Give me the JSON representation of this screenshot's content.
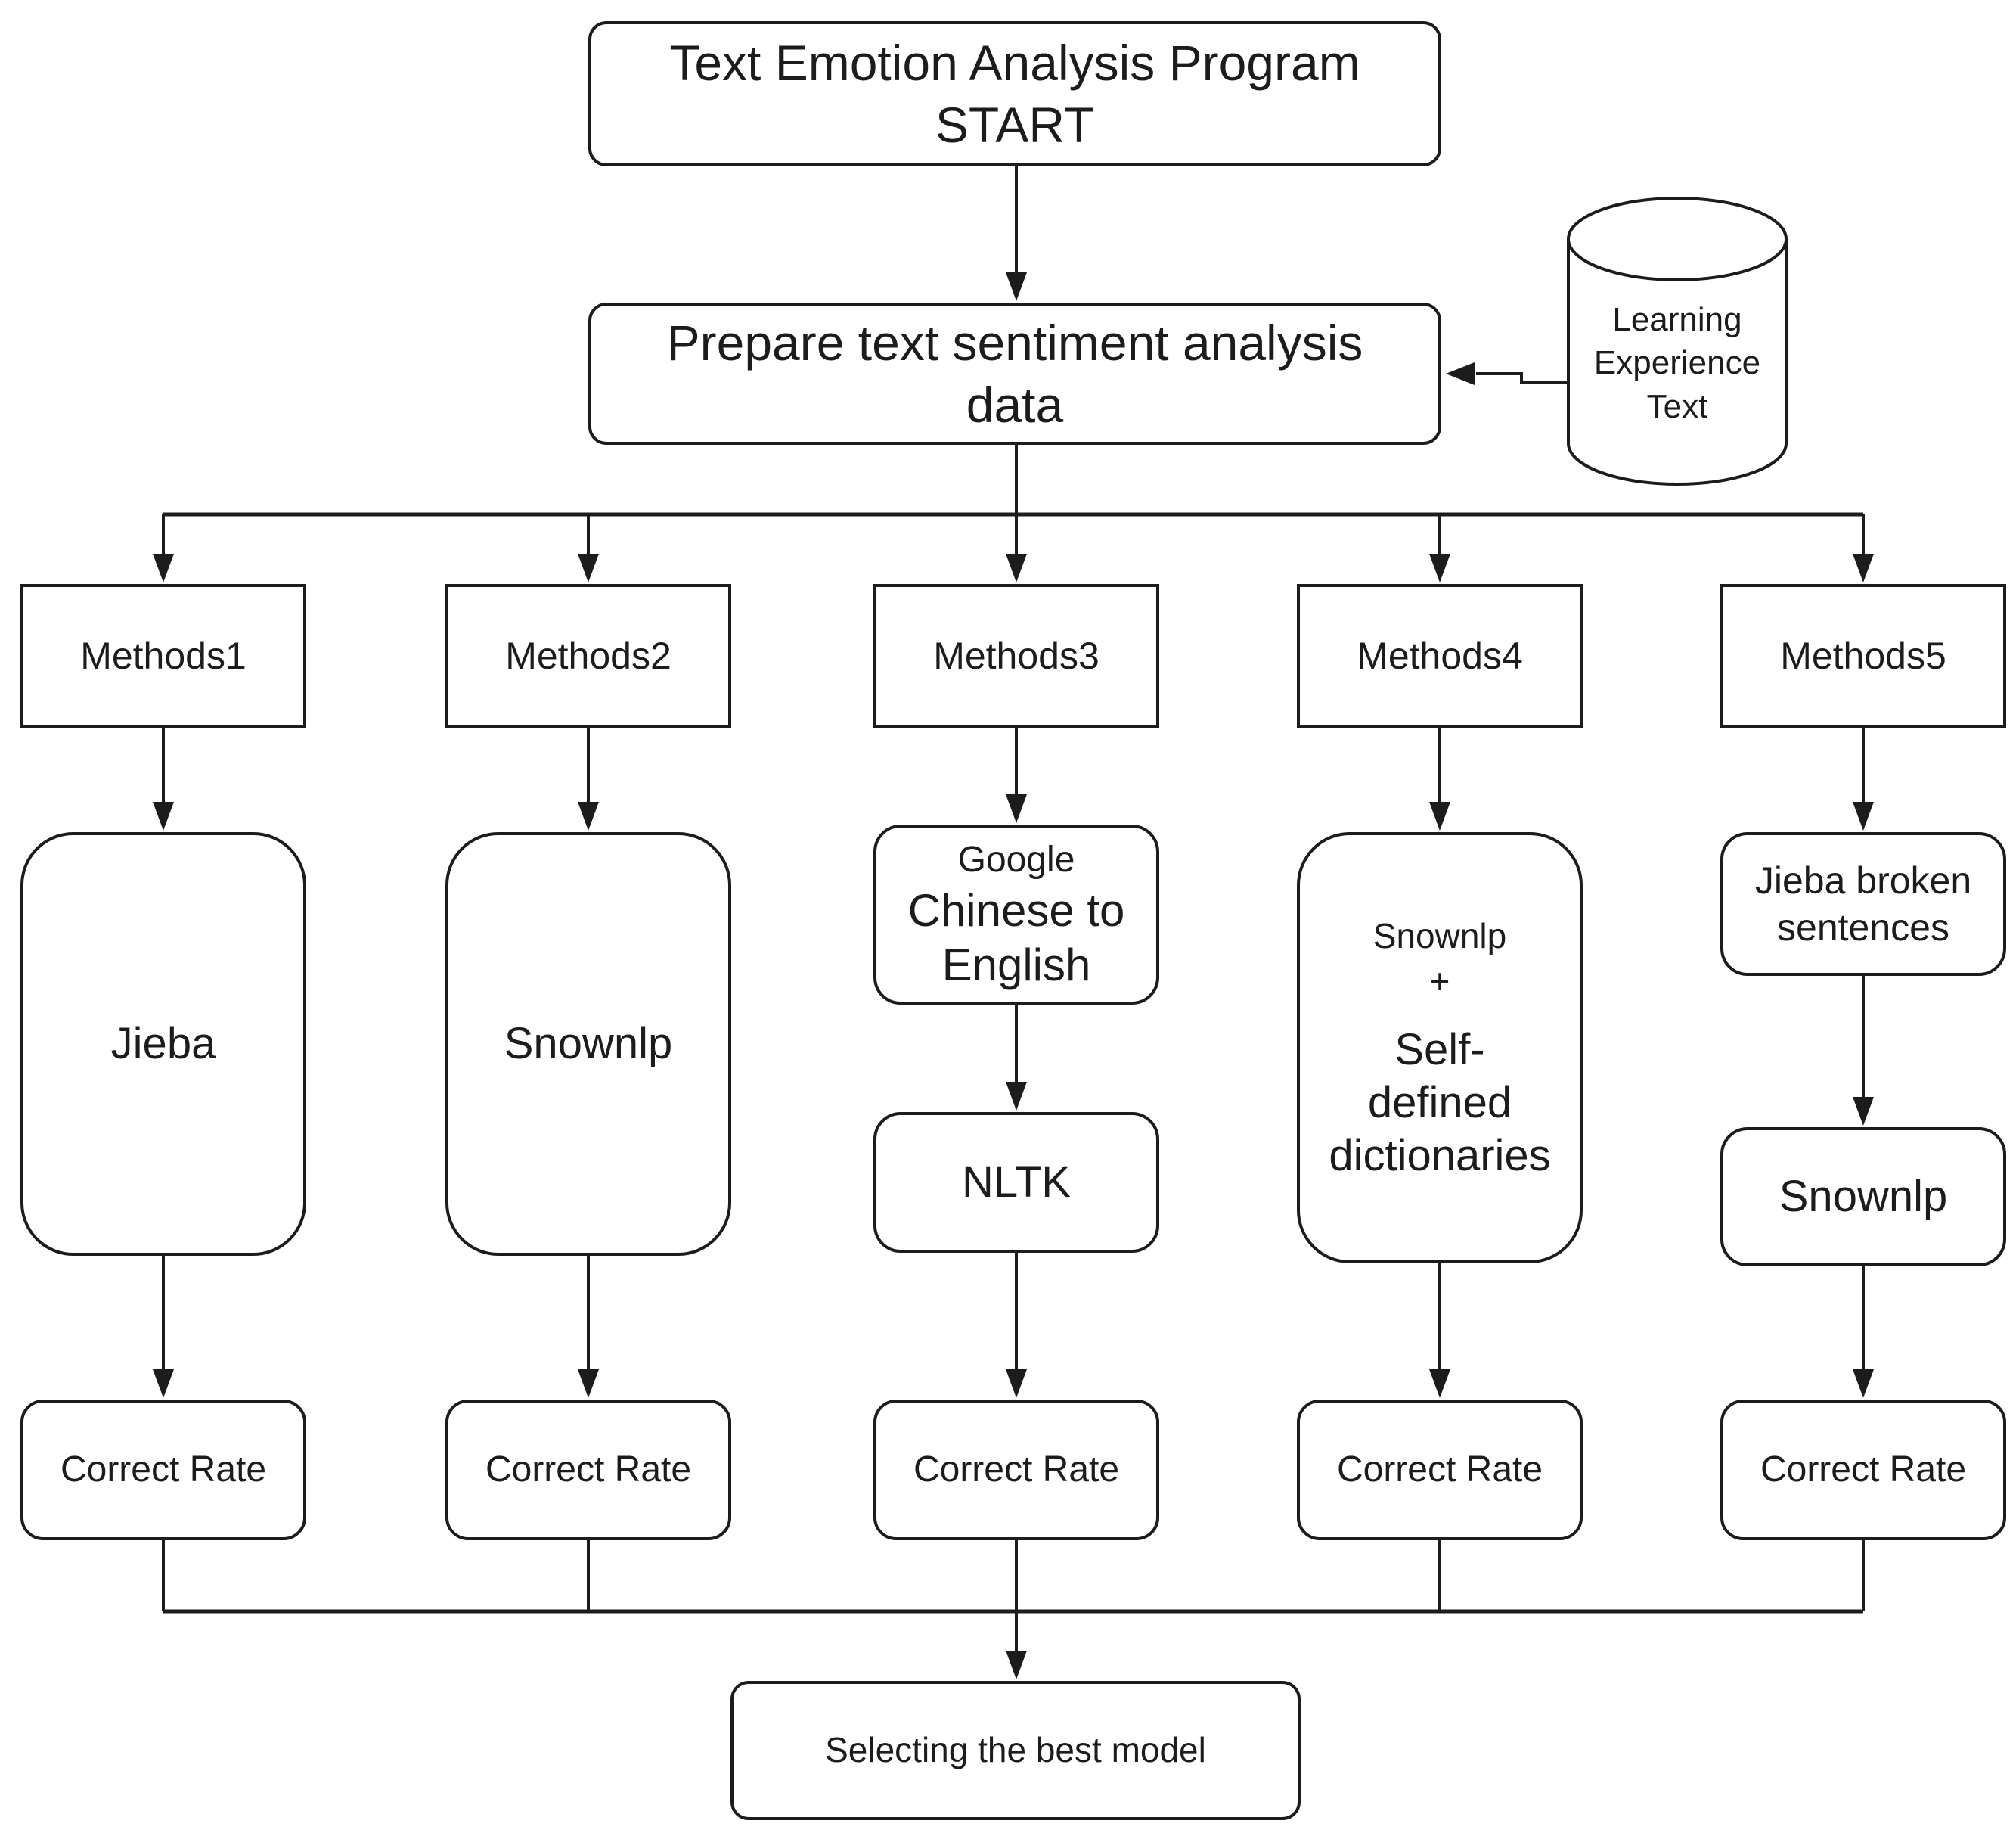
{
  "colors": {
    "ink": "#1c1c1c",
    "paper": "#ffffff"
  },
  "diagram_type": "flowchart",
  "nodes": {
    "start": {
      "label": "Text Emotion Analysis Program\nSTART"
    },
    "prepare": {
      "label": "Prepare text sentiment analysis\ndata"
    },
    "datastore": {
      "shape": "cylinder",
      "label": "Learning\nExperience\nText"
    },
    "methods": [
      {
        "label": "Methods1"
      },
      {
        "label": "Methods2"
      },
      {
        "label": "Methods3"
      },
      {
        "label": "Methods4"
      },
      {
        "label": "Methods5"
      }
    ],
    "jieba": {
      "label": "Jieba"
    },
    "snownlp": {
      "label": "Snownlp"
    },
    "google_translate": {
      "heading": "Google",
      "label": "Chinese to\nEnglish"
    },
    "nltk": {
      "label": "NLTK"
    },
    "snownlp_dictionaries": {
      "heading": "Snownlp\n+",
      "label": "Self-\ndefined\ndictionaries"
    },
    "jieba_broken": {
      "label": "Jieba broken\nsentences"
    },
    "snownlp_after_jieba": {
      "label": "Snownlp"
    },
    "correct_rates": [
      {
        "label": "Correct Rate"
      },
      {
        "label": "Correct Rate"
      },
      {
        "label": "Correct Rate"
      },
      {
        "label": "Correct Rate"
      },
      {
        "label": "Correct Rate"
      }
    ],
    "select_best": {
      "label": "Selecting the best model"
    }
  }
}
